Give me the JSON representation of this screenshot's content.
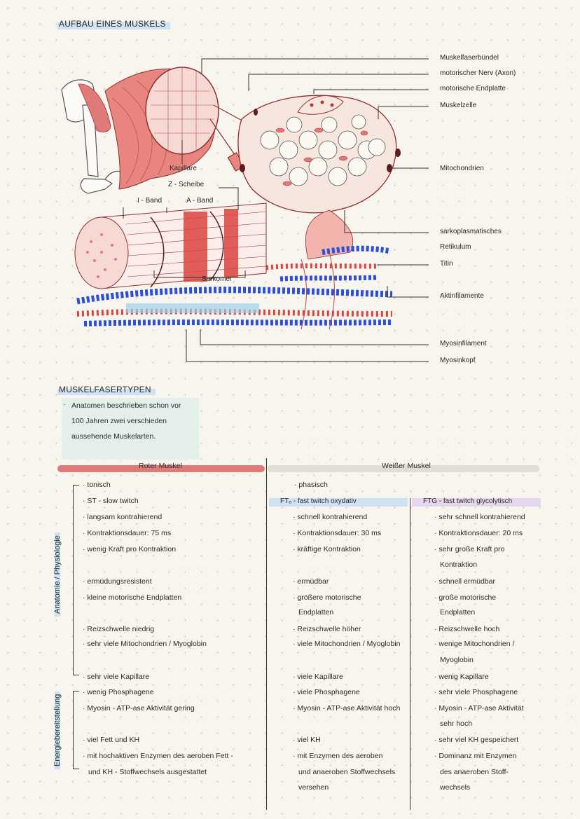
{
  "section1": {
    "title": "AUFBAU EINES MUSKELS"
  },
  "labels_right": [
    "Muskelfaserbündel",
    "motorischer Nerv (Axon)",
    "motorische Endplatte",
    "Muskelzelle",
    "Mitochondrien",
    "sarkoplasmatisches",
    "Retikulum",
    "Titin",
    "Aktinfilamente",
    "Myosinfilament",
    "Myosinkopf"
  ],
  "labels_left": {
    "kapillare": "Kapillare",
    "zscheibe": "Z - Scheibe",
    "iband": "I - Band",
    "aband": "A - Band",
    "sarkomer": "Sarkomer"
  },
  "section2": {
    "title": "MUSKELFASERTYPEN",
    "note": [
      "Anatomen beschrieben schon vor",
      "100 Jahren zwei verschieden",
      "aussehende Muskelarten."
    ]
  },
  "table": {
    "col_red": "Roter Muskel",
    "col_white": "Weißer Muskel",
    "sub_fto": "FTₒ - fast twitch oxydativ",
    "sub_ftg": "FTG - fast twitch glycolytisch",
    "side_anatomy": "Anatomie / Physiologie",
    "side_energy": "Energiebereitstellung",
    "red": [
      "tonisch",
      "ST - slow twitch",
      "langsam kontrahierend",
      "Kontraktionsdauer: 75 ms",
      "wenig Kraft pro Kontraktion",
      "ermüdungsresistent",
      "kleine motorische Endplatten",
      "Reizschwelle niedrig",
      "sehr viele Mitochondrien / Myoglobin",
      "sehr viele Kapillare",
      "wenig Phosphagene",
      "Myosin - ATP-ase Aktivität gering",
      "viel Fett und KH",
      "mit hochaktiven Enzymen des aeroben Fett -",
      "und KH - Stoffwechsels ausgestattet"
    ],
    "white_top": "phasisch",
    "fto": [
      "schnell kontrahierend",
      "Kontraktionsdauer: 30 ms",
      "kräftige Kontraktion",
      "ermüdbar",
      "größere motorische",
      "Endplatten",
      "Reizschwelle höher",
      "viele Mitochondrien / Myoglobin",
      "viele Kapillare",
      "viele Phosphagene",
      "Myosin - ATP-ase Aktivität hoch",
      "viel KH",
      "mit Enzymen des aeroben",
      "und anaeroben Stoffwechsels",
      "versehen"
    ],
    "ftg": [
      "sehr schnell kontrahierend",
      "Kontraktionsdauer: 20 ms",
      "sehr große Kraft pro",
      "Kontraktion",
      "schnell ermüdbar",
      "große motorische",
      "Endplatten",
      "Reizschwelle hoch",
      "wenige Mitochondrien /",
      "Myoglobin",
      "wenig Kapillare",
      "sehr viele Phosphagene",
      "Myosin - ATP-ase Aktivität",
      "sehr hoch",
      "sehr viel KH gespeichert",
      "Dominanz mit Enzymen",
      "des anaeroben Stoff-",
      "wechsels"
    ]
  },
  "colors": {
    "muscle_red": "#e07a78",
    "muscle_pink": "#f3b4ad",
    "actin_blue": "#2b4fd8",
    "highlight_blue": "#cfe2f3",
    "highlight_lilac": "#e6d6ef",
    "grey_header": "#dfddd6"
  }
}
